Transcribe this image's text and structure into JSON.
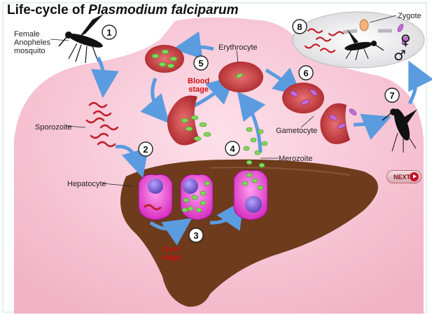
{
  "title": {
    "prefix": "Life-cycle of ",
    "species": "Plasmodium falciparum"
  },
  "labels": {
    "female_mosquito": "Female\nAnopheles\nmosquito",
    "sporozoite": "Sporozoite",
    "hepatocyte": "Hepatocyte",
    "erythrocyte": "Erythrocyte",
    "blood_stage": "Blood\nstage",
    "liver_stage": "Liver\nstage",
    "merozoite": "Merozoite",
    "gametocyte": "Gametocyte",
    "zygote": "Zygote",
    "female_symbol": "♀",
    "male_symbol": "♂"
  },
  "steps": [
    "1",
    "2",
    "3",
    "4",
    "5",
    "6",
    "7",
    "8"
  ],
  "next_button": "NEXT",
  "colors": {
    "body": "#f7c4d4",
    "liver": "#6e3b1c",
    "hepatocyte": "#f03cd6",
    "rbc": "#c33a3a",
    "parasite": "#7ed957",
    "gametocyte": "#b85ac7",
    "arrow": "#5b9be0",
    "accent_red": "#cc1111"
  }
}
